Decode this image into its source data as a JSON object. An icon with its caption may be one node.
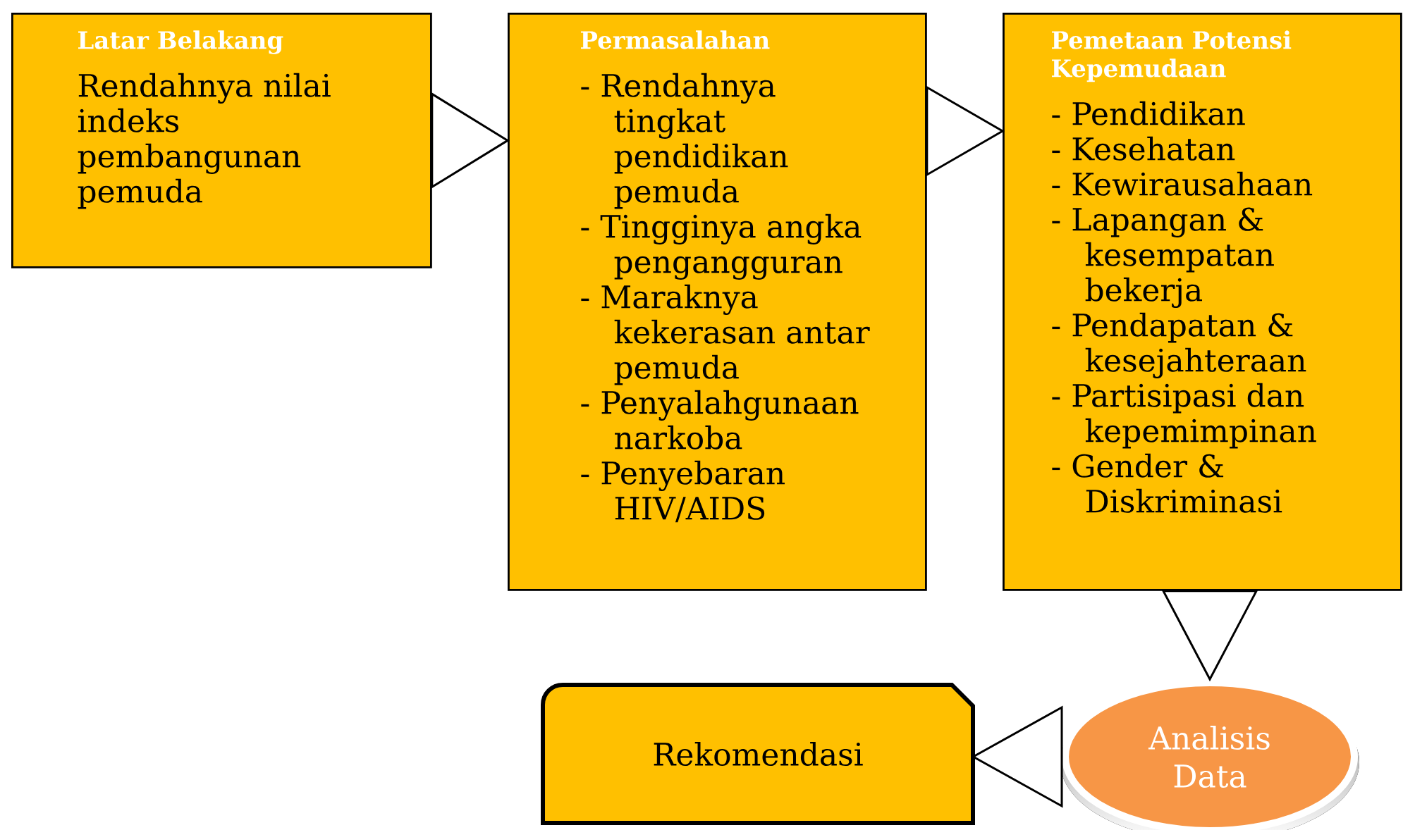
{
  "diagram": {
    "nodes": [
      {
        "text": [
          "Latar Belakang",
          "Rendahnya nilai indeks pembangunan pemuda"
        ]
      },
      {
        "text": [
          "Permasalahan",
          "- Rendahnya tingkat pendidikan pemuda",
          "- Tingginya angka pengangguran",
          "- Maraknya kekerasan antar pemuda",
          "- Penyalahgunaan narkoba",
          "- Penyebaran HIV/AIDS"
        ]
      },
      {
        "text": [
          "Pemetaan Potensi Kepemudaan",
          "- Pendidikan",
          "- Kesehatan",
          "- Kewirausahaan",
          "- Lapangan & kesempatan bekerja",
          "- Pendapatan & kesejahteraan",
          "- Partisipasi dan kepemimpinan",
          "- Gender & Diskriminasi"
        ]
      },
      {
        "text": [
          "Analisis Data"
        ]
      },
      {
        "text": [
          "Rekomendasi"
        ]
      }
    ],
    "edges": [
      {
        "from": 0,
        "to": 1,
        "arrow": "to"
      },
      {
        "from": 1,
        "to": 2,
        "arrow": "to"
      },
      {
        "from": 2,
        "to": 3,
        "arrow": "to"
      },
      {
        "from": 3,
        "to": 4,
        "arrow": "to"
      }
    ]
  }
}
